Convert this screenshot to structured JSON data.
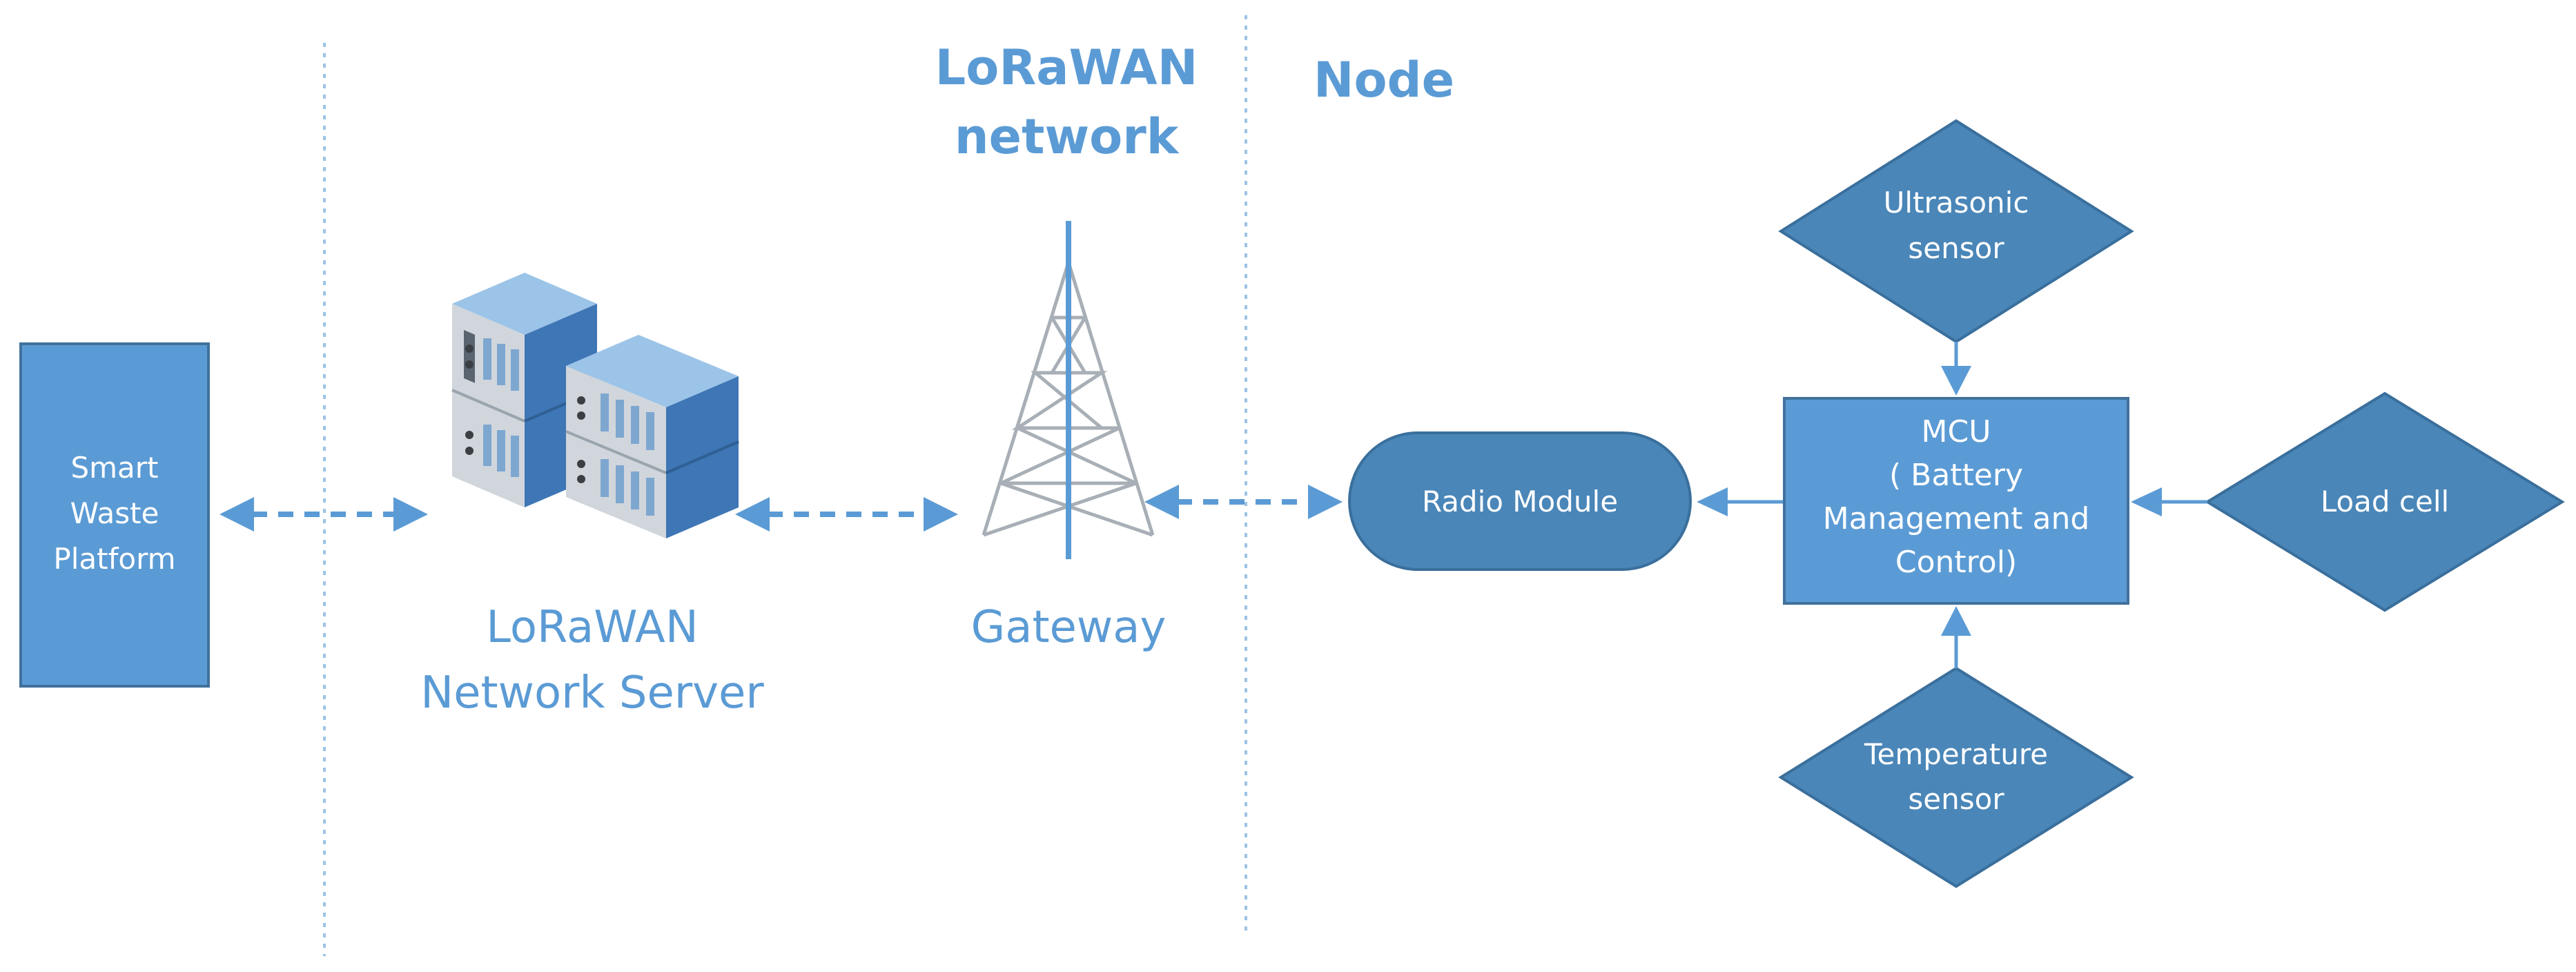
{
  "sections": {
    "lorawan_network": [
      "LoRaWAN",
      "network"
    ],
    "node": "Node"
  },
  "captions": {
    "network_server": [
      "LoRaWAN",
      "Network Server"
    ],
    "gateway": "Gateway"
  },
  "blocks": {
    "platform": [
      "Smart",
      "Waste",
      "Platform"
    ],
    "radio": "Radio Module",
    "mcu": [
      "MCU",
      "( Battery",
      "Management and",
      "Control)"
    ],
    "ultrasonic": [
      "Ultrasonic",
      "sensor"
    ],
    "load_cell": "Load cell",
    "temperature": [
      "Temperature",
      "sensor"
    ]
  },
  "icons": {
    "server": "server-rack-icon",
    "tower": "radio-tower-icon"
  },
  "colors": {
    "accent": "#5b9bd5",
    "shape_dark": "#4a86b8",
    "divider": "#9dc3e6",
    "label_text": "#ffffff"
  }
}
